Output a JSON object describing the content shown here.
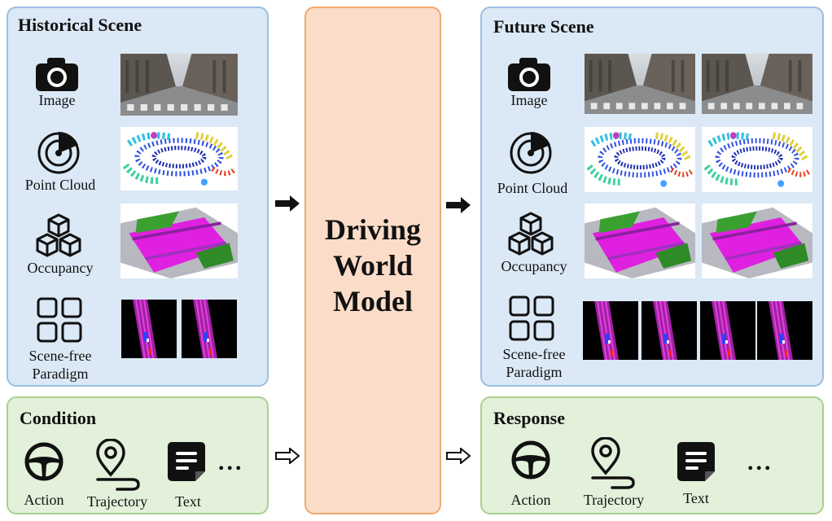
{
  "historical": {
    "title": "Historical Scene",
    "rows": [
      {
        "label": "Image",
        "icon": "camera-icon"
      },
      {
        "label": "Point Cloud",
        "icon": "lidar-icon"
      },
      {
        "label": "Occupancy",
        "icon": "cubes-icon"
      },
      {
        "label_line1": "Scene-free",
        "label_line2": "Paradigm",
        "icon": "grid-icon"
      }
    ]
  },
  "future": {
    "title": "Future Scene",
    "rows": [
      {
        "label": "Image",
        "icon": "camera-icon"
      },
      {
        "label": "Point Cloud",
        "icon": "lidar-icon"
      },
      {
        "label": "Occupancy",
        "icon": "cubes-icon"
      },
      {
        "label_line1": "Scene-free",
        "label_line2": "Paradigm",
        "icon": "grid-icon"
      }
    ]
  },
  "model": {
    "line1": "Driving",
    "line2": "World",
    "line3": "Model"
  },
  "condition": {
    "title": "Condition",
    "items": [
      {
        "label": "Action",
        "icon": "steering-wheel-icon"
      },
      {
        "label": "Trajectory",
        "icon": "location-pin-icon"
      },
      {
        "label": "Text",
        "icon": "document-icon"
      }
    ],
    "more": "..."
  },
  "response": {
    "title": "Response",
    "items": [
      {
        "label": "Action",
        "icon": "steering-wheel-icon"
      },
      {
        "label": "Trajectory",
        "icon": "location-pin-icon"
      },
      {
        "label": "Text",
        "icon": "document-icon"
      }
    ],
    "more": "..."
  },
  "colors": {
    "scene_panel": "#dbe8f5",
    "condition_panel": "#e3f0da",
    "model_panel": "#fbdcc8",
    "occupancy_magenta": "#e020e0",
    "bev_background": "#000000"
  }
}
